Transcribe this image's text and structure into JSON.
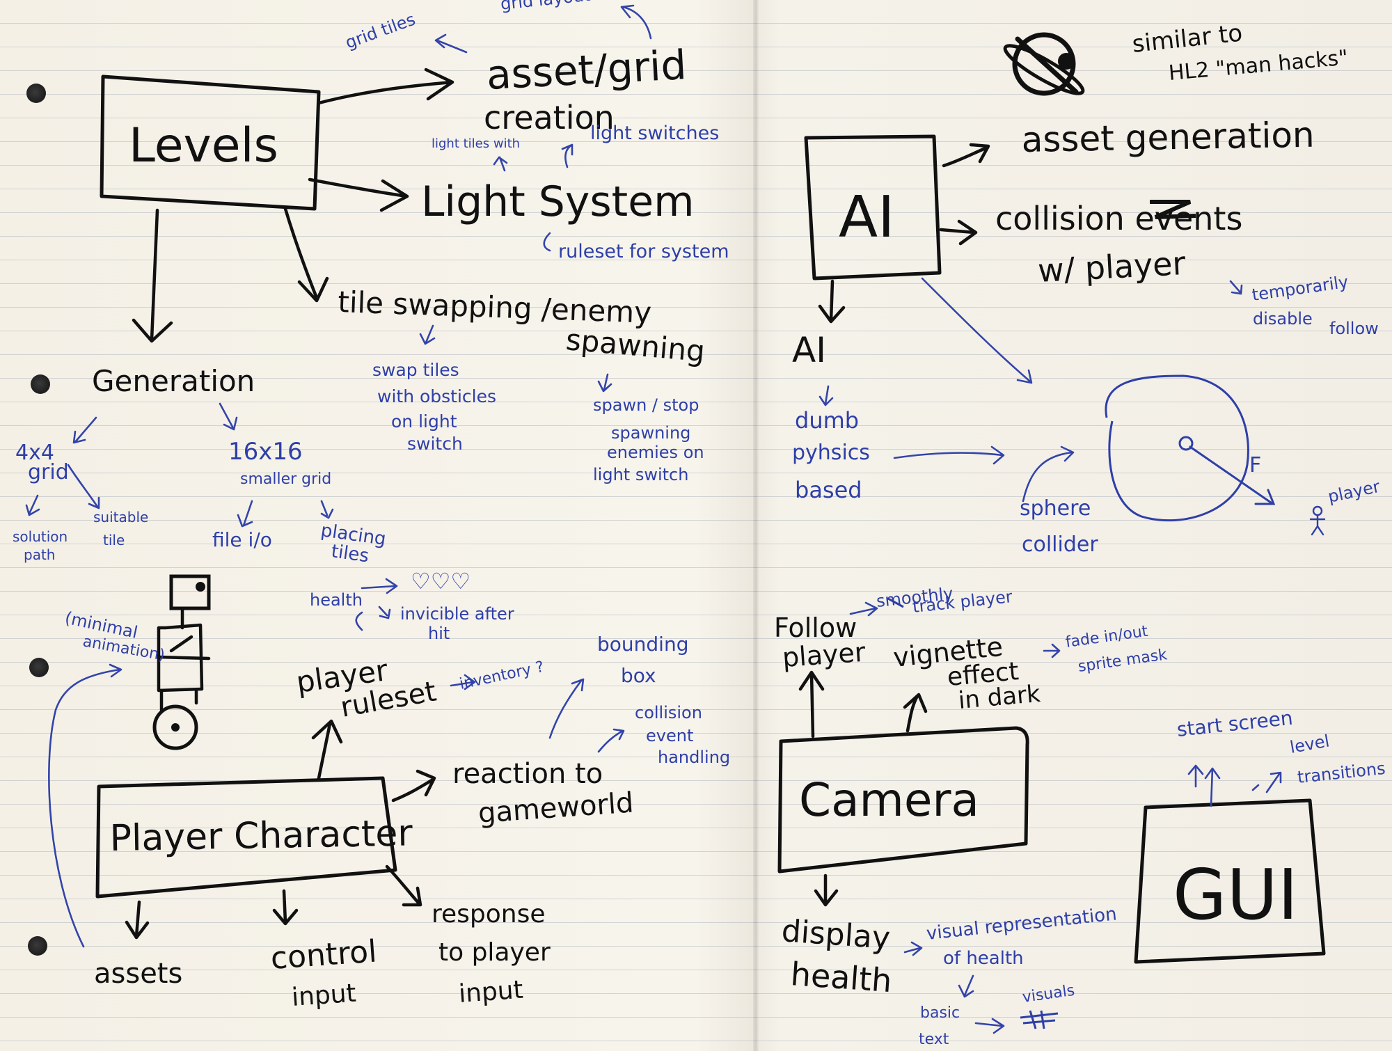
{
  "labels": {
    "levels": "Levels",
    "grid_tiles": "grid tiles",
    "grid_layout_files": "grid layout files",
    "asset_grid_creation_1": "asset/grid",
    "asset_grid_creation_2": "creation",
    "light_tiles_with": "light tiles with",
    "light_switches": "light switches",
    "light_system": "Light System",
    "ruleset_for_system": "ruleset for system",
    "tile_swapping_enemy": "tile swapping /enemy",
    "spawning": "spawning",
    "swap_tiles_1": "swap tiles",
    "swap_tiles_2": "with obsticles",
    "swap_tiles_3": "on light",
    "swap_tiles_4": "switch",
    "spawn_stop_1": "spawn / stop",
    "spawn_stop_2": "spawning",
    "spawn_stop_3": "enemies on",
    "spawn_stop_4": "light switch",
    "generation": "Generation",
    "grid_4x4_1": "4x4",
    "grid_4x4_2": "grid",
    "solution_path_1": "solution",
    "solution_path_2": "path",
    "suitable_tile_1": "suitable",
    "suitable_tile_2": "tile",
    "grid_16x16": "16x16",
    "smaller_grid": "smaller grid",
    "file_io": "file i/o",
    "placing_tiles_1": "placing",
    "placing_tiles_2": "tiles",
    "minimal_animation_1": "(minimal",
    "minimal_animation_2": "animation)",
    "health": "health",
    "hearts": "♡♡♡",
    "invincible_1": "invicible after",
    "invincible_2": "hit",
    "player_ruleset_1": "player",
    "player_ruleset_2": "ruleset",
    "inventory": "inventory ?",
    "bounding_box_1": "bounding",
    "bounding_box_2": "box",
    "collision_handling_1": "collision",
    "collision_handling_2": "event",
    "collision_handling_3": "handling",
    "reaction_1": "reaction to",
    "reaction_2": "gameworld",
    "player_character": "Player Character",
    "assets": "assets",
    "control_input_1": "control",
    "control_input_2": "input",
    "response_1": "response",
    "response_2": "to player",
    "response_3": "input",
    "similar_to_1": "similar to",
    "similar_to_2": "HL2 \"man hacks\"",
    "asset_generation": "asset generation",
    "ai_box": "AI",
    "collision_events_1": "collision events",
    "collision_events_2": "w/ player",
    "temporarily_1": "temporarily",
    "temporarily_2": "disable",
    "temporarily_3": "follow",
    "ai_sub": "AI",
    "dumb_1": "dumb",
    "dumb_2": "pyhsics",
    "dumb_3": "based",
    "sphere_1": "sphere",
    "sphere_2": "collider",
    "force": "F",
    "player_small": "player",
    "follow_player_1": "Follow",
    "follow_player_2": "player",
    "smoothly_track_1": "smoothly",
    "smoothly_track_2": "track player",
    "vignette_1": "vignette",
    "vignette_2": "effect",
    "vignette_3": "in dark",
    "fade_1": "fade in/out",
    "fade_2": "sprite mask",
    "camera": "Camera",
    "display_health_1": "display",
    "display_health_2": "health",
    "visual_rep_1": "visual representation",
    "visual_rep_2": "of health",
    "basic_text_1": "basic",
    "basic_text_2": "text",
    "visuals": "visuals",
    "start_screen": "start screen",
    "level_transitions_1": "level",
    "level_transitions_2": "transitions",
    "gui": "GUI"
  },
  "colors": {
    "ink_black": "#111111",
    "ink_blue": "#2e3fa8",
    "paper": "#f4f0e6",
    "rule_line": "#8c96aa"
  }
}
